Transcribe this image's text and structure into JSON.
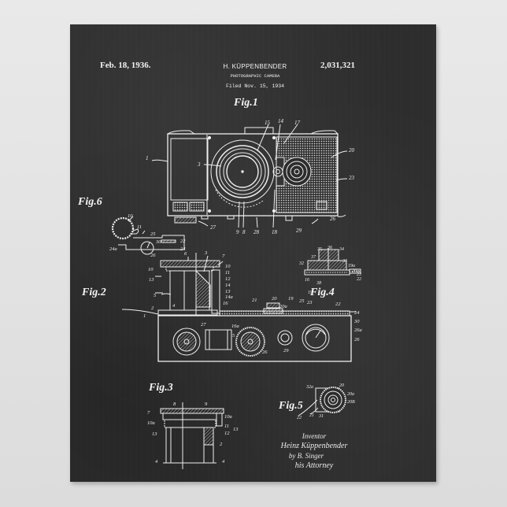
{
  "poster": {
    "date": "Feb. 18, 1936.",
    "patent_number": "2,031,321",
    "inventor_header": "H. KÜPPENBENDER",
    "title": "PHOTOGRAPHIC CAMERA",
    "filed": "Filed Nov. 15, 1934",
    "background_color": "#2d2d2d",
    "line_color": "#f0f0f0",
    "wall_color": "#e4e4e4"
  },
  "figures": [
    {
      "label": "Fig.1",
      "description": "front view of camera",
      "callouts": [
        "1",
        "3",
        "15",
        "14",
        "17",
        "20",
        "23",
        "27",
        "9",
        "8",
        "28",
        "18",
        "29",
        "26"
      ]
    },
    {
      "label": "Fig.2",
      "description": "top / front view of camera with lens",
      "callouts": [
        "6",
        "3",
        "7",
        "10",
        "11",
        "12",
        "14",
        "13",
        "14a",
        "16",
        "21",
        "20",
        "19",
        "20a",
        "25",
        "23",
        "22",
        "24",
        "30",
        "26a",
        "26",
        "1",
        "27",
        "16a",
        "5",
        "2",
        "4",
        "29",
        "13"
      ]
    },
    {
      "label": "Fig.3",
      "description": "lens mount section",
      "callouts": [
        "8",
        "7",
        "10a",
        "13",
        "4",
        "9",
        "10a",
        "11",
        "13",
        "12",
        "2",
        "4"
      ]
    },
    {
      "label": "Fig.4",
      "description": "rangefinder section",
      "callouts": [
        "35",
        "36",
        "34",
        "37",
        "33",
        "32",
        "19a",
        "20a",
        "23",
        "22",
        "16",
        "38",
        "19"
      ]
    },
    {
      "label": "Fig.5",
      "description": "dial detail",
      "callouts": [
        "32a",
        "20",
        "20a",
        "20b",
        "22",
        "21",
        "31"
      ]
    },
    {
      "label": "Fig.6",
      "description": "gear linkage",
      "callouts": [
        "10",
        "11",
        "25",
        "30",
        "22",
        "24a",
        "24",
        "26"
      ]
    }
  ],
  "signature": {
    "line1": "Inventor",
    "line2": "Heinz Küppenbender",
    "line3": "by B. Singer",
    "line4": "his Attorney"
  }
}
